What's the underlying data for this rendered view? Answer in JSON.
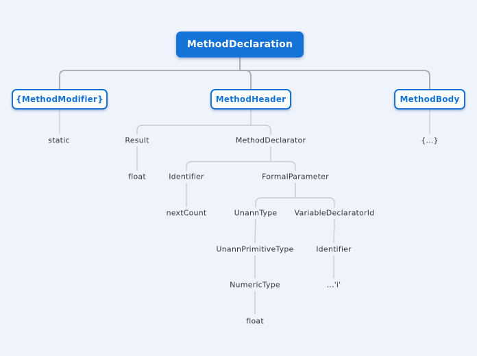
{
  "diagram": {
    "root_node": {
      "label": "MethodDeclaration"
    },
    "branch_nodes": {
      "method_modifier": {
        "label": "{MethodModifier}"
      },
      "method_header": {
        "label": "MethodHeader"
      },
      "method_body": {
        "label": "MethodBody"
      }
    },
    "leaf_nodes": {
      "static_keyword": "static",
      "result": "Result",
      "method_declarator": "MethodDeclarator",
      "body_braces": "{...}",
      "result_type": "float",
      "identifier": "Identifier",
      "formal_parameter": "FormalParameter",
      "method_name": "nextCount",
      "unann_type": "UnannType",
      "variable_declarator_id": "VariableDeclaratorId",
      "unann_primitive_type": "UnannPrimitiveType",
      "param_identifier": "Identifier",
      "param_name": "...'i'",
      "numeric_type": "NumericType",
      "param_type": "float"
    },
    "colors": {
      "accent": "#1373d6",
      "background": "#eff3fb",
      "edge_primary": "#a2a6ad",
      "edge_secondary": "#c9ccd2",
      "leaf_text": "#33373d",
      "node_fill": "#ffffff",
      "root_text": "#ffffff"
    }
  }
}
